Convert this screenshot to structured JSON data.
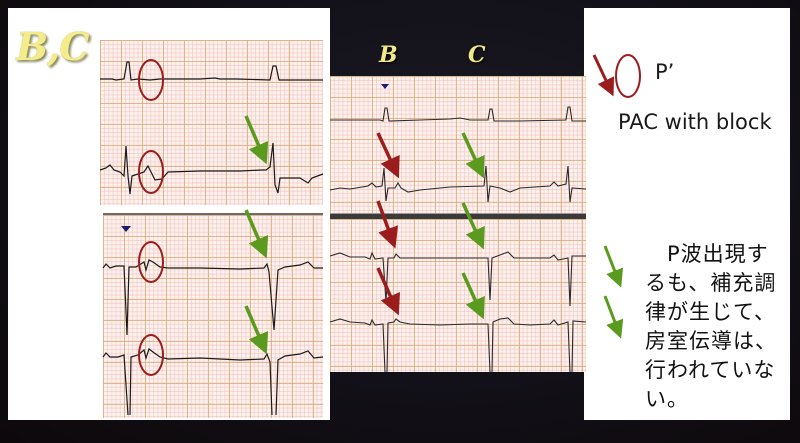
{
  "slide": {
    "title": "B,C",
    "column_labels": {
      "b": "B",
      "c": "C"
    },
    "legend": {
      "symbol_label": "P’",
      "description": "PAC with block"
    },
    "note": "　P波出現するも、補充調律が生じて、房室伝導は、行われていない。",
    "colors": {
      "title": "#f4ec8a",
      "red_arrow": "#9b1c1c",
      "red_circle": "#9b1c1c",
      "green_arrow": "#5a9a1e",
      "ecg_paper": "#fdf1ec",
      "grid_major": "#d6aa78",
      "trace": "#1a1a1a",
      "marker_triangle": "#1a1a6e",
      "background_dark": "#121018"
    }
  },
  "ecg_panels": [
    {
      "id": "left-top",
      "leads": 2,
      "annotations": [
        "red-circle",
        "red-circle",
        "green-arrow"
      ]
    },
    {
      "id": "left-bottom",
      "leads": 2,
      "annotations": [
        "marker-triangle",
        "red-circle",
        "red-circle",
        "green-arrow",
        "green-arrow"
      ]
    },
    {
      "id": "mid-top",
      "leads": 2,
      "annotations": [
        "marker-triangle",
        "red-arrow",
        "green-arrow"
      ]
    },
    {
      "id": "mid-bottom",
      "leads": 2,
      "annotations": [
        "red-arrow",
        "red-arrow",
        "green-arrow",
        "green-arrow"
      ]
    }
  ]
}
